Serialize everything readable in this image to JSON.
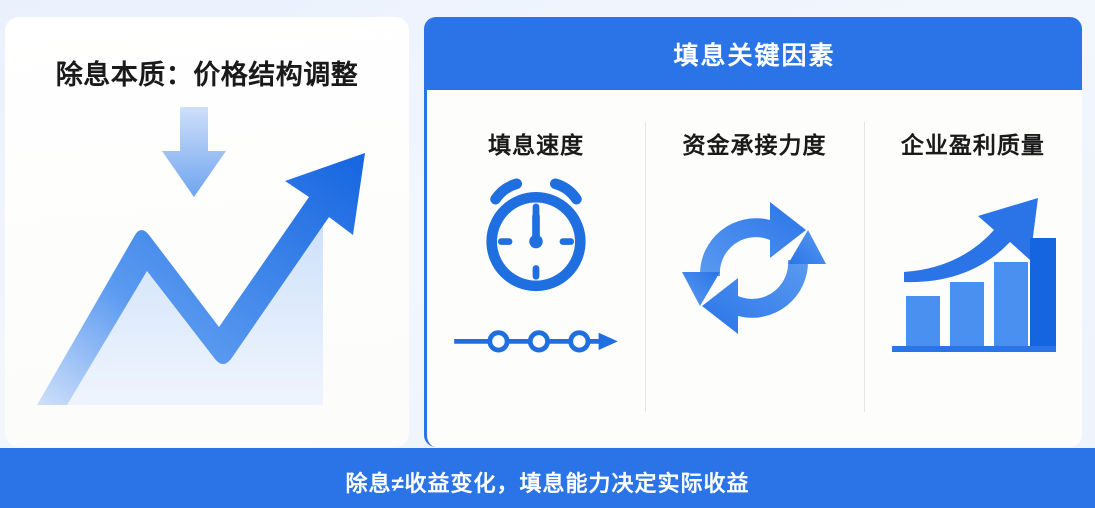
{
  "theme": {
    "brand_blue": "#2a74e8",
    "deep_blue": "#1565e0",
    "mid_blue": "#4a90f0",
    "light_blue": "#a8c8f5",
    "page_background": "#eef3fc",
    "title_text": "#1a1a1a",
    "divider": "#e4e4e4"
  },
  "left_panel": {
    "title": "除息本质：价格结构调整",
    "graphic": {
      "down_arrow_name": "price-drop-arrow",
      "trend_name": "rebound-trend-arrow"
    }
  },
  "right_panel": {
    "header_title": "填息关键因素",
    "columns": [
      {
        "title": "填息速度",
        "icon": "alarm-clock-icon",
        "sub_icon": "timeline-arrow-icon",
        "timeline_nodes": 3
      },
      {
        "title": "资金承接力度",
        "icon": "circular-refresh-arrows-icon"
      },
      {
        "title": "企业盈利质量",
        "icon": "growth-bar-chart-icon",
        "bar_count": 4
      }
    ]
  },
  "footer": {
    "caption": "除息≠收益变化，填息能力决定实际收益"
  }
}
